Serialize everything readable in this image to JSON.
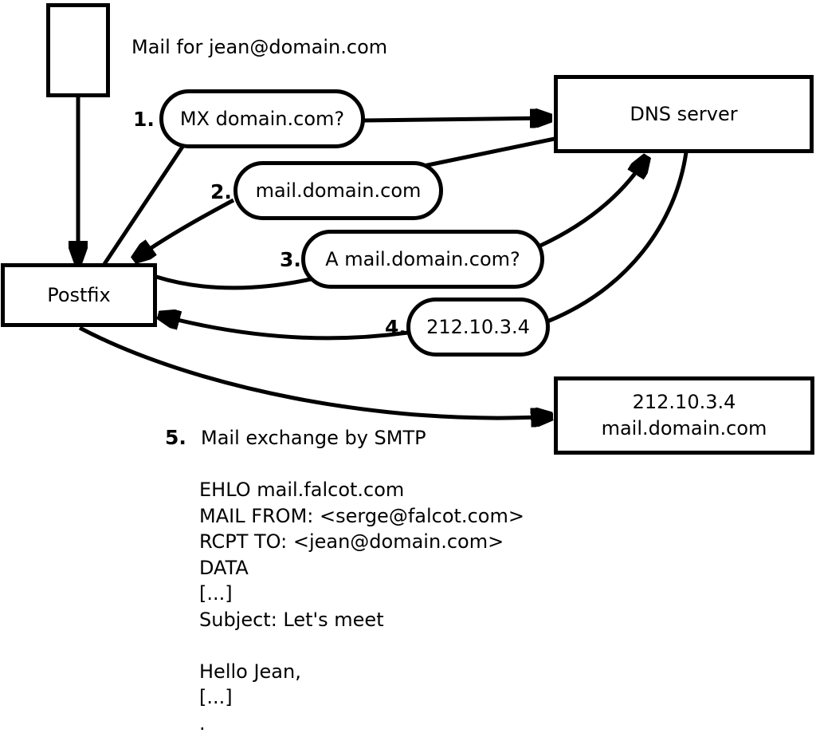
{
  "diagram": {
    "mail_label": "Mail for jean@domain.com",
    "nodes": {
      "postfix": "Postfix",
      "dns": "DNS server",
      "mailserver_line1": "212.10.3.4",
      "mailserver_line2": "mail.domain.com"
    },
    "steps": [
      {
        "num": "1.",
        "label": "MX domain.com?"
      },
      {
        "num": "2.",
        "label": "mail.domain.com"
      },
      {
        "num": "3.",
        "label": "A mail.domain.com?"
      },
      {
        "num": "4.",
        "label": "212.10.3.4"
      },
      {
        "num": "5.",
        "label": "Mail exchange by SMTP"
      }
    ],
    "smtp_transcript": "EHLO mail.falcot.com\nMAIL FROM: <serge@falcot.com>\nRCPT TO: <jean@domain.com>\nDATA\n[...]\nSubject: Let's meet\n\nHello Jean,\n[...]\n."
  },
  "colors": {
    "stroke": "#000000",
    "fill": "#ffffff",
    "background": "#ffffff"
  }
}
